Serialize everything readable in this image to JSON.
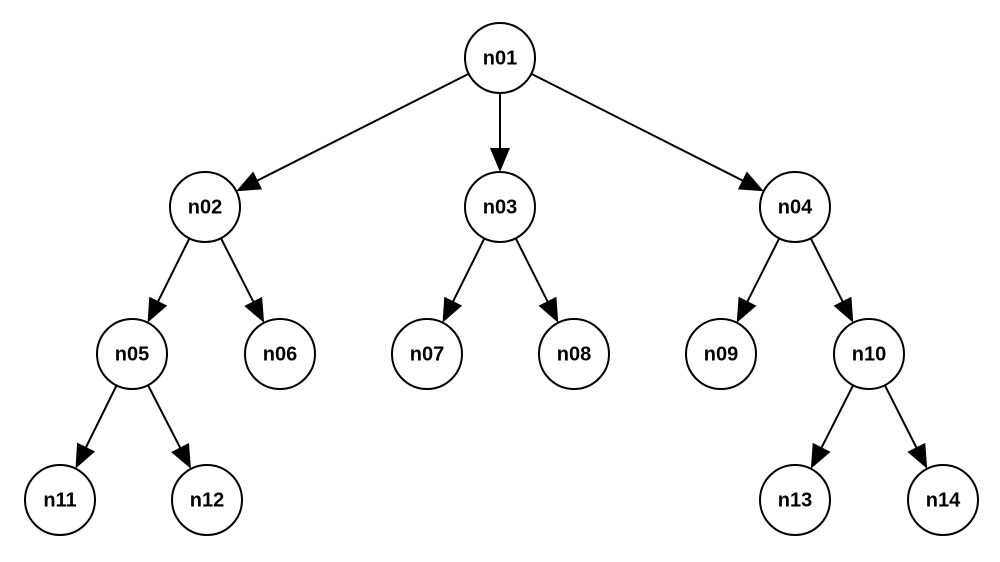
{
  "diagram": {
    "type": "tree",
    "nodes": [
      {
        "id": "n01",
        "label": "n01"
      },
      {
        "id": "n02",
        "label": "n02"
      },
      {
        "id": "n03",
        "label": "n03"
      },
      {
        "id": "n04",
        "label": "n04"
      },
      {
        "id": "n05",
        "label": "n05"
      },
      {
        "id": "n06",
        "label": "n06"
      },
      {
        "id": "n07",
        "label": "n07"
      },
      {
        "id": "n08",
        "label": "n08"
      },
      {
        "id": "n09",
        "label": "n09"
      },
      {
        "id": "n10",
        "label": "n10"
      },
      {
        "id": "n11",
        "label": "n11"
      },
      {
        "id": "n12",
        "label": "n12"
      },
      {
        "id": "n13",
        "label": "n13"
      },
      {
        "id": "n14",
        "label": "n14"
      }
    ],
    "edges": [
      {
        "from": "n01",
        "to": "n02"
      },
      {
        "from": "n01",
        "to": "n03"
      },
      {
        "from": "n01",
        "to": "n04"
      },
      {
        "from": "n02",
        "to": "n05"
      },
      {
        "from": "n02",
        "to": "n06"
      },
      {
        "from": "n03",
        "to": "n07"
      },
      {
        "from": "n03",
        "to": "n08"
      },
      {
        "from": "n04",
        "to": "n09"
      },
      {
        "from": "n04",
        "to": "n10"
      },
      {
        "from": "n05",
        "to": "n11"
      },
      {
        "from": "n05",
        "to": "n12"
      },
      {
        "from": "n10",
        "to": "n13"
      },
      {
        "from": "n10",
        "to": "n14"
      }
    ],
    "colors": {
      "node_fill": "#ffffff",
      "node_stroke": "#000000",
      "edge": "#000000",
      "text": "#000000"
    }
  }
}
